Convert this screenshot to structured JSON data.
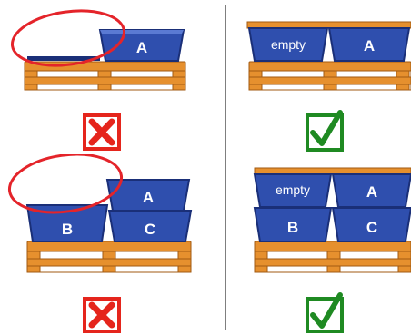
{
  "colors": {
    "pallet": "#e6902e",
    "pallet_dark": "#a25a12",
    "box": "#2f4fae",
    "box_dark": "#1a2f78",
    "box_light": "#5a7ad3",
    "lid": "#e6902e",
    "wrong": "#e5251c",
    "correct": "#1f8a22",
    "circle": "#e4242a"
  },
  "panels": [
    {
      "id": "top-left",
      "boxes": [
        {
          "label": "A"
        }
      ],
      "verdict": "wrong"
    },
    {
      "id": "top-right",
      "boxes": [
        {
          "label": "empty"
        },
        {
          "label": "A"
        }
      ],
      "verdict": "correct"
    },
    {
      "id": "bottom-left",
      "boxes": [
        {
          "label": "A"
        },
        {
          "label": "B"
        },
        {
          "label": "C"
        }
      ],
      "verdict": "wrong"
    },
    {
      "id": "bottom-right",
      "boxes": [
        {
          "label": "empty"
        },
        {
          "label": "A"
        },
        {
          "label": "B"
        },
        {
          "label": "C"
        }
      ],
      "verdict": "correct"
    }
  ],
  "icons": {
    "wrong": "cross-mark-icon",
    "correct": "check-mark-icon"
  }
}
